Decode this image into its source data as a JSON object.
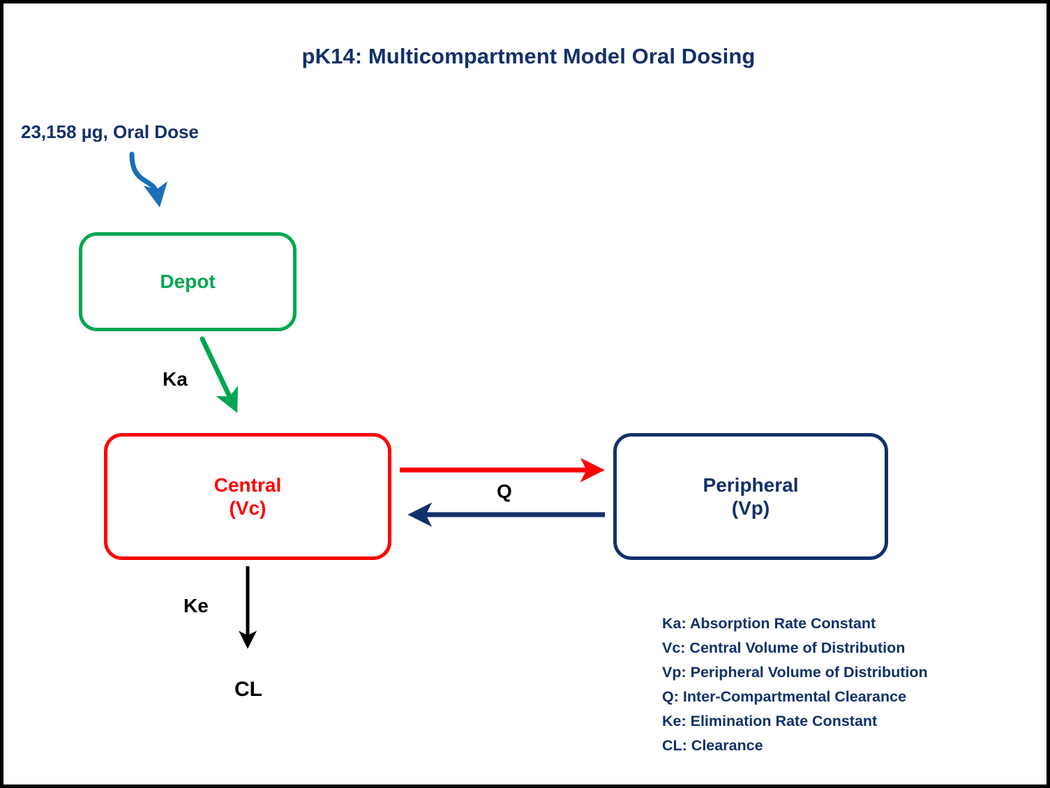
{
  "page": {
    "title": "pK14: Multicompartment Model Oral Dosing",
    "border_color": "#000000",
    "background": "#ffffff"
  },
  "colors": {
    "navy": "#12306b",
    "green": "#00a651",
    "red": "#fe0000",
    "blue": "#1a6fb5",
    "black": "#000000"
  },
  "dose": {
    "label": "23,158 µg, Oral Dose"
  },
  "compartments": [
    {
      "id": "depot",
      "line1": "Depot",
      "line2": "",
      "color": "#00a651"
    },
    {
      "id": "central",
      "line1": "Central",
      "line2": "(Vc)",
      "color": "#fe0000"
    },
    {
      "id": "peripheral",
      "line1": "Peripheral",
      "line2": "(Vp)",
      "color": "#12306b"
    }
  ],
  "arrows": [
    {
      "id": "dose-to-depot",
      "label": "",
      "color": "#1a6fb5",
      "shape": "curved-s"
    },
    {
      "id": "depot-to-central",
      "label": "Ka",
      "color": "#00a651",
      "shape": "diagonal"
    },
    {
      "id": "central-to-peripheral",
      "label": "Q",
      "color": "#fe0000",
      "shape": "straight-right"
    },
    {
      "id": "peripheral-to-central",
      "label": "",
      "color": "#12306b",
      "shape": "straight-left"
    },
    {
      "id": "central-elimination",
      "label": "Ke",
      "color": "#000000",
      "shape": "straight-down"
    }
  ],
  "arrow_labels": {
    "ka": "Ka",
    "q": "Q",
    "ke": "Ke",
    "cl": "CL"
  },
  "legend": {
    "items": [
      "Ka: Absorption Rate Constant",
      "Vc: Central Volume of Distribution",
      "Vp: Peripheral Volume of Distribution",
      "Q: Inter-Compartmental Clearance",
      "Ke: Elimination Rate Constant",
      "CL: Clearance"
    ]
  }
}
